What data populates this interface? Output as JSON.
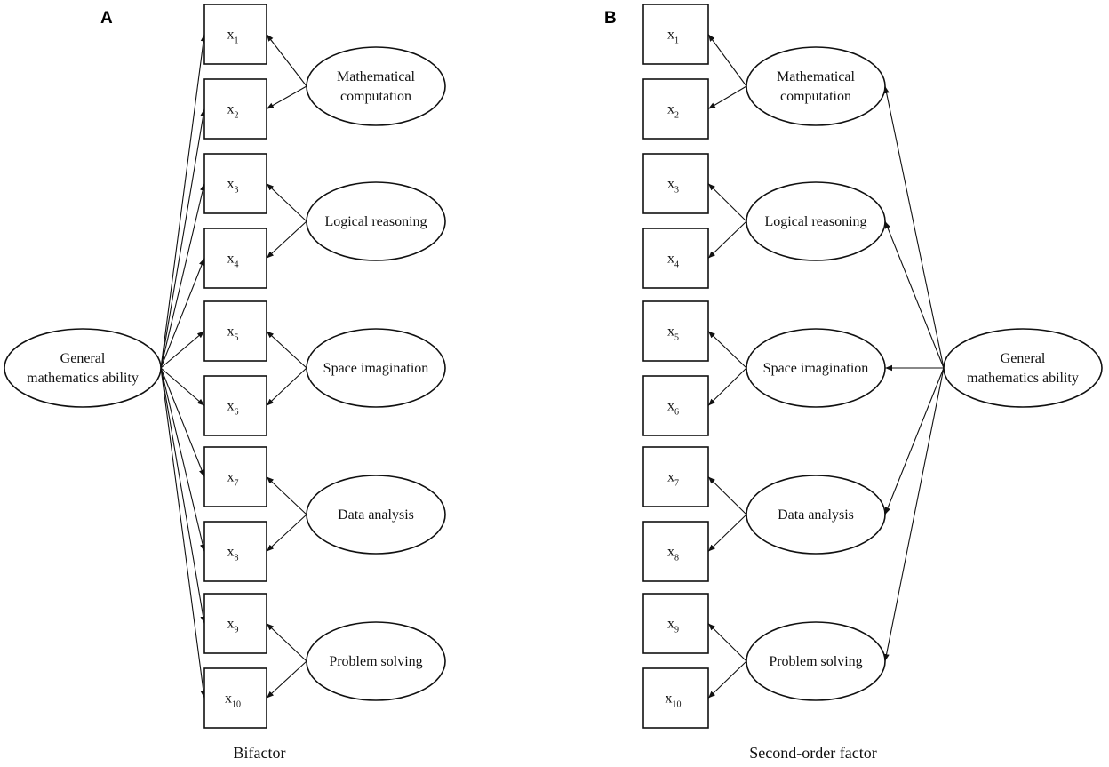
{
  "panels": [
    {
      "id": "A",
      "letter": "A",
      "caption": "Bifactor",
      "general_factor": [
        "General",
        "mathematics ability"
      ],
      "factors": [
        {
          "lines": [
            "Mathematical",
            "computation"
          ],
          "items": [
            1,
            2
          ]
        },
        {
          "lines": [
            "Logical reasoning"
          ],
          "items": [
            3,
            4
          ]
        },
        {
          "lines": [
            "Space imagination"
          ],
          "items": [
            5,
            6
          ]
        },
        {
          "lines": [
            "Data analysis"
          ],
          "items": [
            7,
            8
          ]
        },
        {
          "lines": [
            "Problem solving"
          ],
          "items": [
            9,
            10
          ]
        }
      ]
    },
    {
      "id": "B",
      "letter": "B",
      "caption": "Second-order factor",
      "general_factor": [
        "General",
        "mathematics ability"
      ],
      "factors": [
        {
          "lines": [
            "Mathematical",
            "computation"
          ],
          "items": [
            1,
            2
          ]
        },
        {
          "lines": [
            "Logical reasoning"
          ],
          "items": [
            3,
            4
          ]
        },
        {
          "lines": [
            "Space imagination"
          ],
          "items": [
            5,
            6
          ]
        },
        {
          "lines": [
            "Data analysis"
          ],
          "items": [
            7,
            8
          ]
        },
        {
          "lines": [
            "Problem solving"
          ],
          "items": [
            9,
            10
          ]
        }
      ]
    }
  ],
  "items": [
    {
      "base": "x",
      "sub": "1"
    },
    {
      "base": "x",
      "sub": "2"
    },
    {
      "base": "x",
      "sub": "3"
    },
    {
      "base": "x",
      "sub": "4"
    },
    {
      "base": "x",
      "sub": "5"
    },
    {
      "base": "x",
      "sub": "6"
    },
    {
      "base": "x",
      "sub": "7"
    },
    {
      "base": "x",
      "sub": "8"
    },
    {
      "base": "x",
      "sub": "9"
    },
    {
      "base": "x",
      "sub": "10"
    }
  ]
}
